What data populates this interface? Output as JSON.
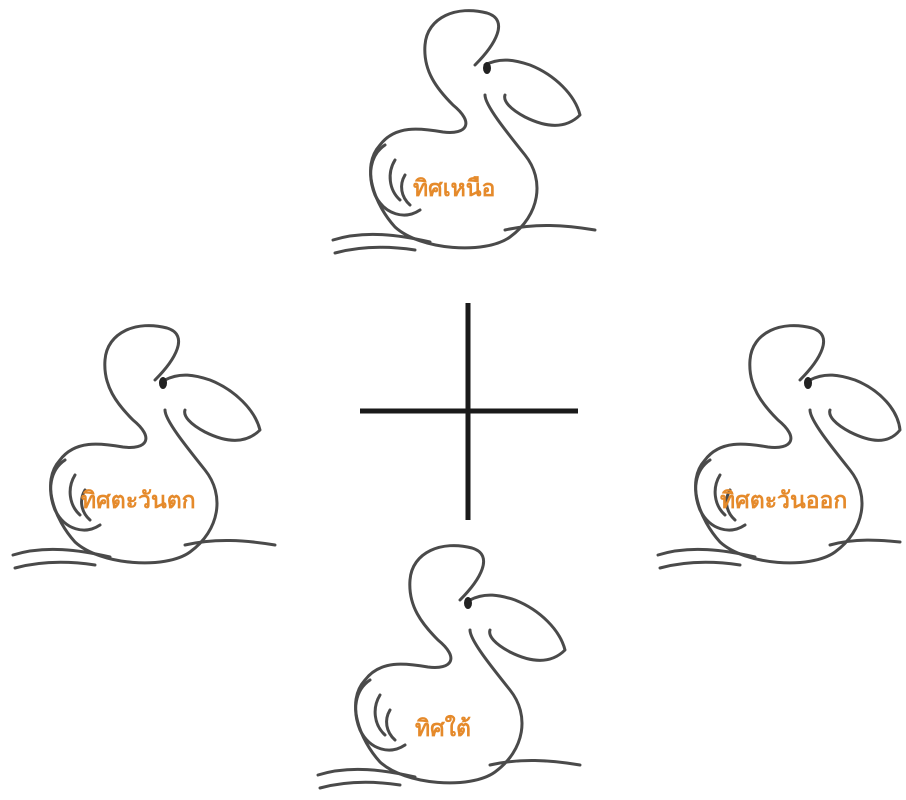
{
  "labels": {
    "north": "ทิศเหนือ",
    "west": "ทิศตะวันตก",
    "east": "ทิศตะวันออก",
    "south": "ทิศใต้"
  },
  "colors": {
    "label": "#e58a2b",
    "outline": "#4a4a4a",
    "cross": "#1a1a1a"
  }
}
